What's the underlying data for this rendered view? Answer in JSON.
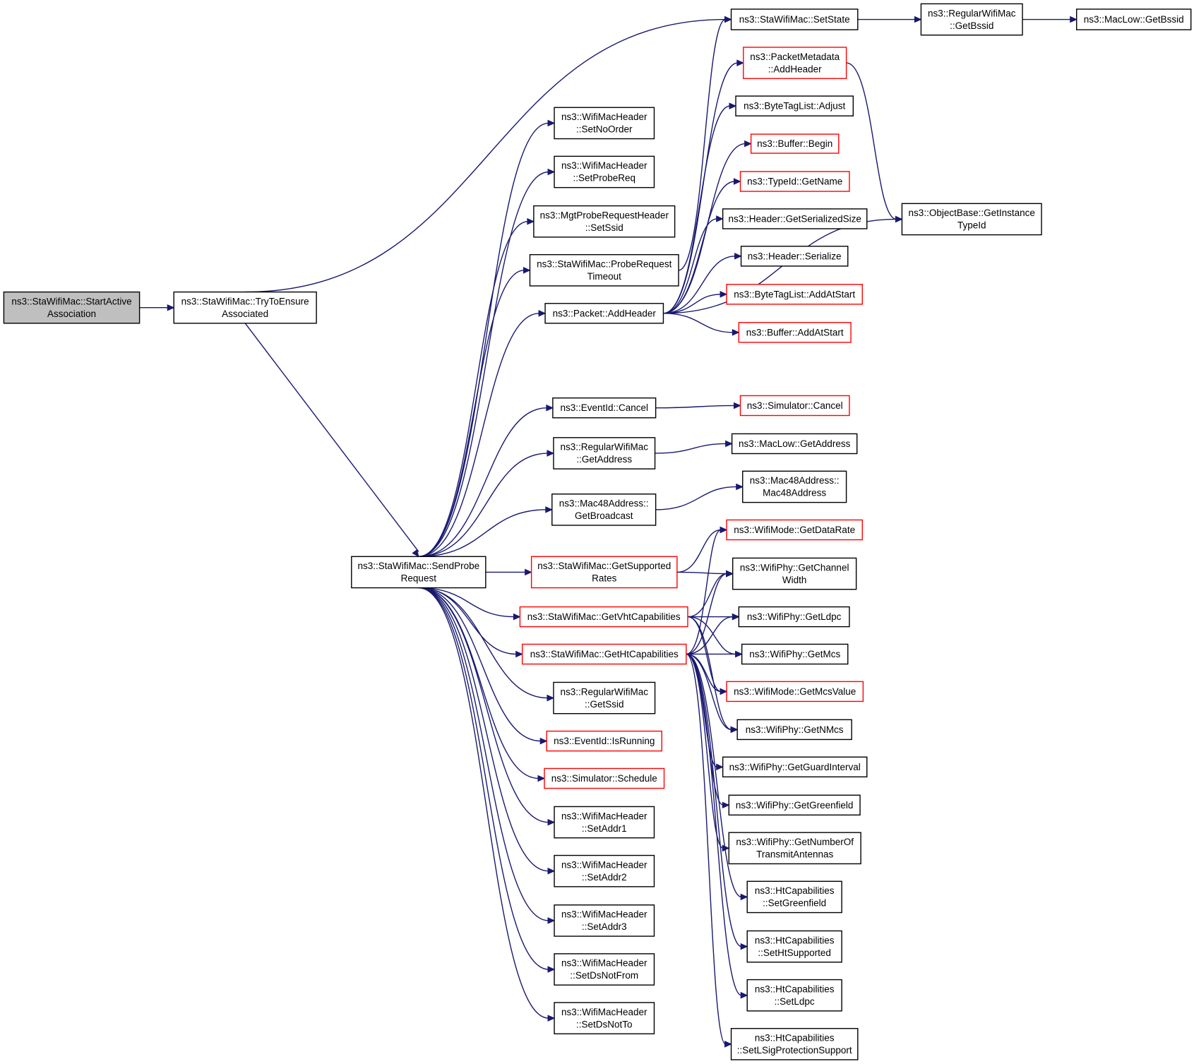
{
  "colors": {
    "edge": "#191970",
    "node_border": "#000000",
    "node_border_external": "#ff0000",
    "root_fill": "#bfbfbf",
    "background": "#ffffff"
  },
  "nodes": {
    "startActive": {
      "lines": [
        "ns3::StaWifiMac::StartActive",
        "Association"
      ],
      "style": "root"
    },
    "tryToEnsure": {
      "lines": [
        "ns3::StaWifiMac::TryToEnsure",
        "Associated"
      ],
      "style": "normal"
    },
    "setState": {
      "lines": [
        "ns3::StaWifiMac::SetState"
      ],
      "style": "normal"
    },
    "rwmGetBssid": {
      "lines": [
        "ns3::RegularWifiMac",
        "::GetBssid"
      ],
      "style": "normal"
    },
    "macLowGetBssid": {
      "lines": [
        "ns3::MacLow::GetBssid"
      ],
      "style": "normal"
    },
    "pmAddHeader": {
      "lines": [
        "ns3::PacketMetadata",
        "::AddHeader"
      ],
      "style": "red"
    },
    "btlAdjust": {
      "lines": [
        "ns3::ByteTagList::Adjust"
      ],
      "style": "normal"
    },
    "bufBegin": {
      "lines": [
        "ns3::Buffer::Begin"
      ],
      "style": "red"
    },
    "typeIdGetName": {
      "lines": [
        "ns3::TypeId::GetName"
      ],
      "style": "red"
    },
    "hdrGetSerSize": {
      "lines": [
        "ns3::Header::GetSerializedSize"
      ],
      "style": "normal"
    },
    "hdrSerialize": {
      "lines": [
        "ns3::Header::Serialize"
      ],
      "style": "normal"
    },
    "btlAddAtStart": {
      "lines": [
        "ns3::ByteTagList::AddAtStart"
      ],
      "style": "red"
    },
    "bufAddAtStart": {
      "lines": [
        "ns3::Buffer::AddAtStart"
      ],
      "style": "red"
    },
    "objGetInstance": {
      "lines": [
        "ns3::ObjectBase::GetInstance",
        "TypeId"
      ],
      "style": "normal"
    },
    "setNoOrder": {
      "lines": [
        "ns3::WifiMacHeader",
        "::SetNoOrder"
      ],
      "style": "normal"
    },
    "setProbeReq": {
      "lines": [
        "ns3::WifiMacHeader",
        "::SetProbeReq"
      ],
      "style": "normal"
    },
    "mgtSetSsid": {
      "lines": [
        "ns3::MgtProbeRequestHeader",
        "::SetSsid"
      ],
      "style": "normal"
    },
    "probeTimeout": {
      "lines": [
        "ns3::StaWifiMac::ProbeRequest",
        "Timeout"
      ],
      "style": "normal"
    },
    "packetAddHeader": {
      "lines": [
        "ns3::Packet::AddHeader"
      ],
      "style": "normal"
    },
    "eventCancel": {
      "lines": [
        "ns3::EventId::Cancel"
      ],
      "style": "normal"
    },
    "simCancel": {
      "lines": [
        "ns3::Simulator::Cancel"
      ],
      "style": "red"
    },
    "rwmGetAddress": {
      "lines": [
        "ns3::RegularWifiMac",
        "::GetAddress"
      ],
      "style": "normal"
    },
    "macLowGetAddress": {
      "lines": [
        "ns3::MacLow::GetAddress"
      ],
      "style": "normal"
    },
    "macGetBroadcast": {
      "lines": [
        "ns3::Mac48Address::",
        "GetBroadcast"
      ],
      "style": "normal"
    },
    "mac48Ctor": {
      "lines": [
        "ns3::Mac48Address::",
        "Mac48Address"
      ],
      "style": "normal"
    },
    "sendProbe": {
      "lines": [
        "ns3::StaWifiMac::SendProbe",
        "Request"
      ],
      "style": "normal"
    },
    "getSupportedRates": {
      "lines": [
        "ns3::StaWifiMac::GetSupported",
        "Rates"
      ],
      "style": "red"
    },
    "getVhtCap": {
      "lines": [
        "ns3::StaWifiMac::GetVhtCapabilities"
      ],
      "style": "red"
    },
    "getHtCap": {
      "lines": [
        "ns3::StaWifiMac::GetHtCapabilities"
      ],
      "style": "red"
    },
    "rwmGetSsid": {
      "lines": [
        "ns3::RegularWifiMac",
        "::GetSsid"
      ],
      "style": "normal"
    },
    "eventIsRunning": {
      "lines": [
        "ns3::EventId::IsRunning"
      ],
      "style": "red"
    },
    "simSchedule": {
      "lines": [
        "ns3::Simulator::Schedule"
      ],
      "style": "red"
    },
    "setAddr1": {
      "lines": [
        "ns3::WifiMacHeader",
        "::SetAddr1"
      ],
      "style": "normal"
    },
    "setAddr2": {
      "lines": [
        "ns3::WifiMacHeader",
        "::SetAddr2"
      ],
      "style": "normal"
    },
    "setAddr3": {
      "lines": [
        "ns3::WifiMacHeader",
        "::SetAddr3"
      ],
      "style": "normal"
    },
    "setDsNotFrom": {
      "lines": [
        "ns3::WifiMacHeader",
        "::SetDsNotFrom"
      ],
      "style": "normal"
    },
    "setDsNotTo": {
      "lines": [
        "ns3::WifiMacHeader",
        "::SetDsNotTo"
      ],
      "style": "normal"
    },
    "wmGetDataRate": {
      "lines": [
        "ns3::WifiMode::GetDataRate"
      ],
      "style": "red"
    },
    "phyGetChannelWidth": {
      "lines": [
        "ns3::WifiPhy::GetChannel",
        "Width"
      ],
      "style": "normal"
    },
    "phyGetLdpc": {
      "lines": [
        "ns3::WifiPhy::GetLdpc"
      ],
      "style": "normal"
    },
    "phyGetMcs": {
      "lines": [
        "ns3::WifiPhy::GetMcs"
      ],
      "style": "normal"
    },
    "wmGetMcsValue": {
      "lines": [
        "ns3::WifiMode::GetMcsValue"
      ],
      "style": "red"
    },
    "phyGetNMcs": {
      "lines": [
        "ns3::WifiPhy::GetNMcs"
      ],
      "style": "normal"
    },
    "phyGetGuardInterval": {
      "lines": [
        "ns3::WifiPhy::GetGuardInterval"
      ],
      "style": "normal"
    },
    "phyGetGreenfield": {
      "lines": [
        "ns3::WifiPhy::GetGreenfield"
      ],
      "style": "normal"
    },
    "phyGetNumTx": {
      "lines": [
        "ns3::WifiPhy::GetNumberOf",
        "TransmitAntennas"
      ],
      "style": "normal"
    },
    "htSetGreenfield": {
      "lines": [
        "ns3::HtCapabilities",
        "::SetGreenfield"
      ],
      "style": "normal"
    },
    "htSetHtSupported": {
      "lines": [
        "ns3::HtCapabilities",
        "::SetHtSupported"
      ],
      "style": "normal"
    },
    "htSetLdpc": {
      "lines": [
        "ns3::HtCapabilities",
        "::SetLdpc"
      ],
      "style": "normal"
    },
    "htSetLSig": {
      "lines": [
        "ns3::HtCapabilities",
        "::SetLSigProtectionSupport"
      ],
      "style": "normal"
    }
  },
  "edges": [
    [
      "startActive",
      "tryToEnsure"
    ],
    [
      "tryToEnsure",
      "setState"
    ],
    [
      "tryToEnsure",
      "sendProbe"
    ],
    [
      "setState",
      "rwmGetBssid"
    ],
    [
      "rwmGetBssid",
      "macLowGetBssid"
    ],
    [
      "pmAddHeader",
      "objGetInstance"
    ],
    [
      "probeTimeout",
      "setState"
    ],
    [
      "packetAddHeader",
      "pmAddHeader"
    ],
    [
      "packetAddHeader",
      "btlAdjust"
    ],
    [
      "packetAddHeader",
      "bufBegin"
    ],
    [
      "packetAddHeader",
      "typeIdGetName"
    ],
    [
      "packetAddHeader",
      "hdrGetSerSize"
    ],
    [
      "packetAddHeader",
      "hdrSerialize"
    ],
    [
      "packetAddHeader",
      "btlAddAtStart"
    ],
    [
      "packetAddHeader",
      "bufAddAtStart"
    ],
    [
      "packetAddHeader",
      "objGetInstance"
    ],
    [
      "eventCancel",
      "simCancel"
    ],
    [
      "rwmGetAddress",
      "macLowGetAddress"
    ],
    [
      "macGetBroadcast",
      "mac48Ctor"
    ],
    [
      "sendProbe",
      "setNoOrder"
    ],
    [
      "sendProbe",
      "setProbeReq"
    ],
    [
      "sendProbe",
      "mgtSetSsid"
    ],
    [
      "sendProbe",
      "probeTimeout"
    ],
    [
      "sendProbe",
      "packetAddHeader"
    ],
    [
      "sendProbe",
      "eventCancel"
    ],
    [
      "sendProbe",
      "rwmGetAddress"
    ],
    [
      "sendProbe",
      "macGetBroadcast"
    ],
    [
      "sendProbe",
      "getSupportedRates"
    ],
    [
      "sendProbe",
      "getVhtCap"
    ],
    [
      "sendProbe",
      "getHtCap"
    ],
    [
      "sendProbe",
      "rwmGetSsid"
    ],
    [
      "sendProbe",
      "eventIsRunning"
    ],
    [
      "sendProbe",
      "simSchedule"
    ],
    [
      "sendProbe",
      "setAddr1"
    ],
    [
      "sendProbe",
      "setAddr2"
    ],
    [
      "sendProbe",
      "setAddr3"
    ],
    [
      "sendProbe",
      "setDsNotFrom"
    ],
    [
      "sendProbe",
      "setDsNotTo"
    ],
    [
      "getSupportedRates",
      "wmGetDataRate"
    ],
    [
      "getSupportedRates",
      "phyGetChannelWidth"
    ],
    [
      "getVhtCap",
      "phyGetChannelWidth"
    ],
    [
      "getVhtCap",
      "phyGetLdpc"
    ],
    [
      "getVhtCap",
      "phyGetMcs"
    ],
    [
      "getVhtCap",
      "wmGetMcsValue"
    ],
    [
      "getVhtCap",
      "phyGetNMcs"
    ],
    [
      "getHtCap",
      "wmGetDataRate"
    ],
    [
      "getHtCap",
      "phyGetChannelWidth"
    ],
    [
      "getHtCap",
      "phyGetLdpc"
    ],
    [
      "getHtCap",
      "phyGetMcs"
    ],
    [
      "getHtCap",
      "wmGetMcsValue"
    ],
    [
      "getHtCap",
      "phyGetNMcs"
    ],
    [
      "getHtCap",
      "phyGetGuardInterval"
    ],
    [
      "getHtCap",
      "phyGetGreenfield"
    ],
    [
      "getHtCap",
      "phyGetNumTx"
    ],
    [
      "getHtCap",
      "htSetGreenfield"
    ],
    [
      "getHtCap",
      "htSetHtSupported"
    ],
    [
      "getHtCap",
      "htSetLdpc"
    ],
    [
      "getHtCap",
      "htSetLSig"
    ]
  ]
}
